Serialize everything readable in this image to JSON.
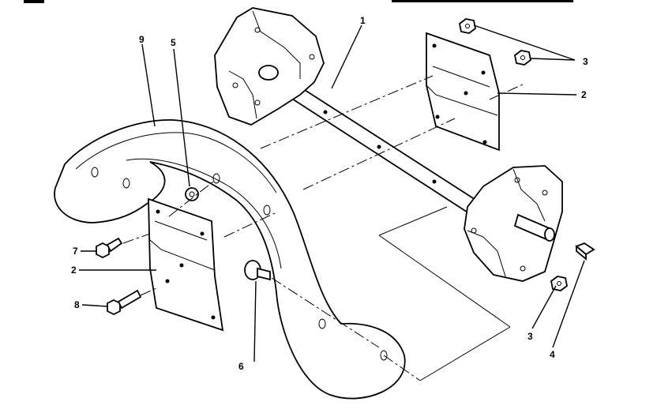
{
  "header": {
    "left_fragment": "cut off",
    "right_fragment": "cut off"
  },
  "callouts": [
    {
      "id": "c1",
      "text": "1"
    },
    {
      "id": "c2a",
      "text": "2"
    },
    {
      "id": "c2b",
      "text": "2"
    },
    {
      "id": "c3a",
      "text": "3"
    },
    {
      "id": "c3b",
      "text": "3"
    },
    {
      "id": "c4",
      "text": "4"
    },
    {
      "id": "c5",
      "text": "5"
    },
    {
      "id": "c6",
      "text": "6"
    },
    {
      "id": "c7",
      "text": "7"
    },
    {
      "id": "c8",
      "text": "8"
    },
    {
      "id": "c9",
      "text": "9"
    }
  ],
  "colors": {
    "ink": "#000000",
    "paper": "#ffffff"
  }
}
